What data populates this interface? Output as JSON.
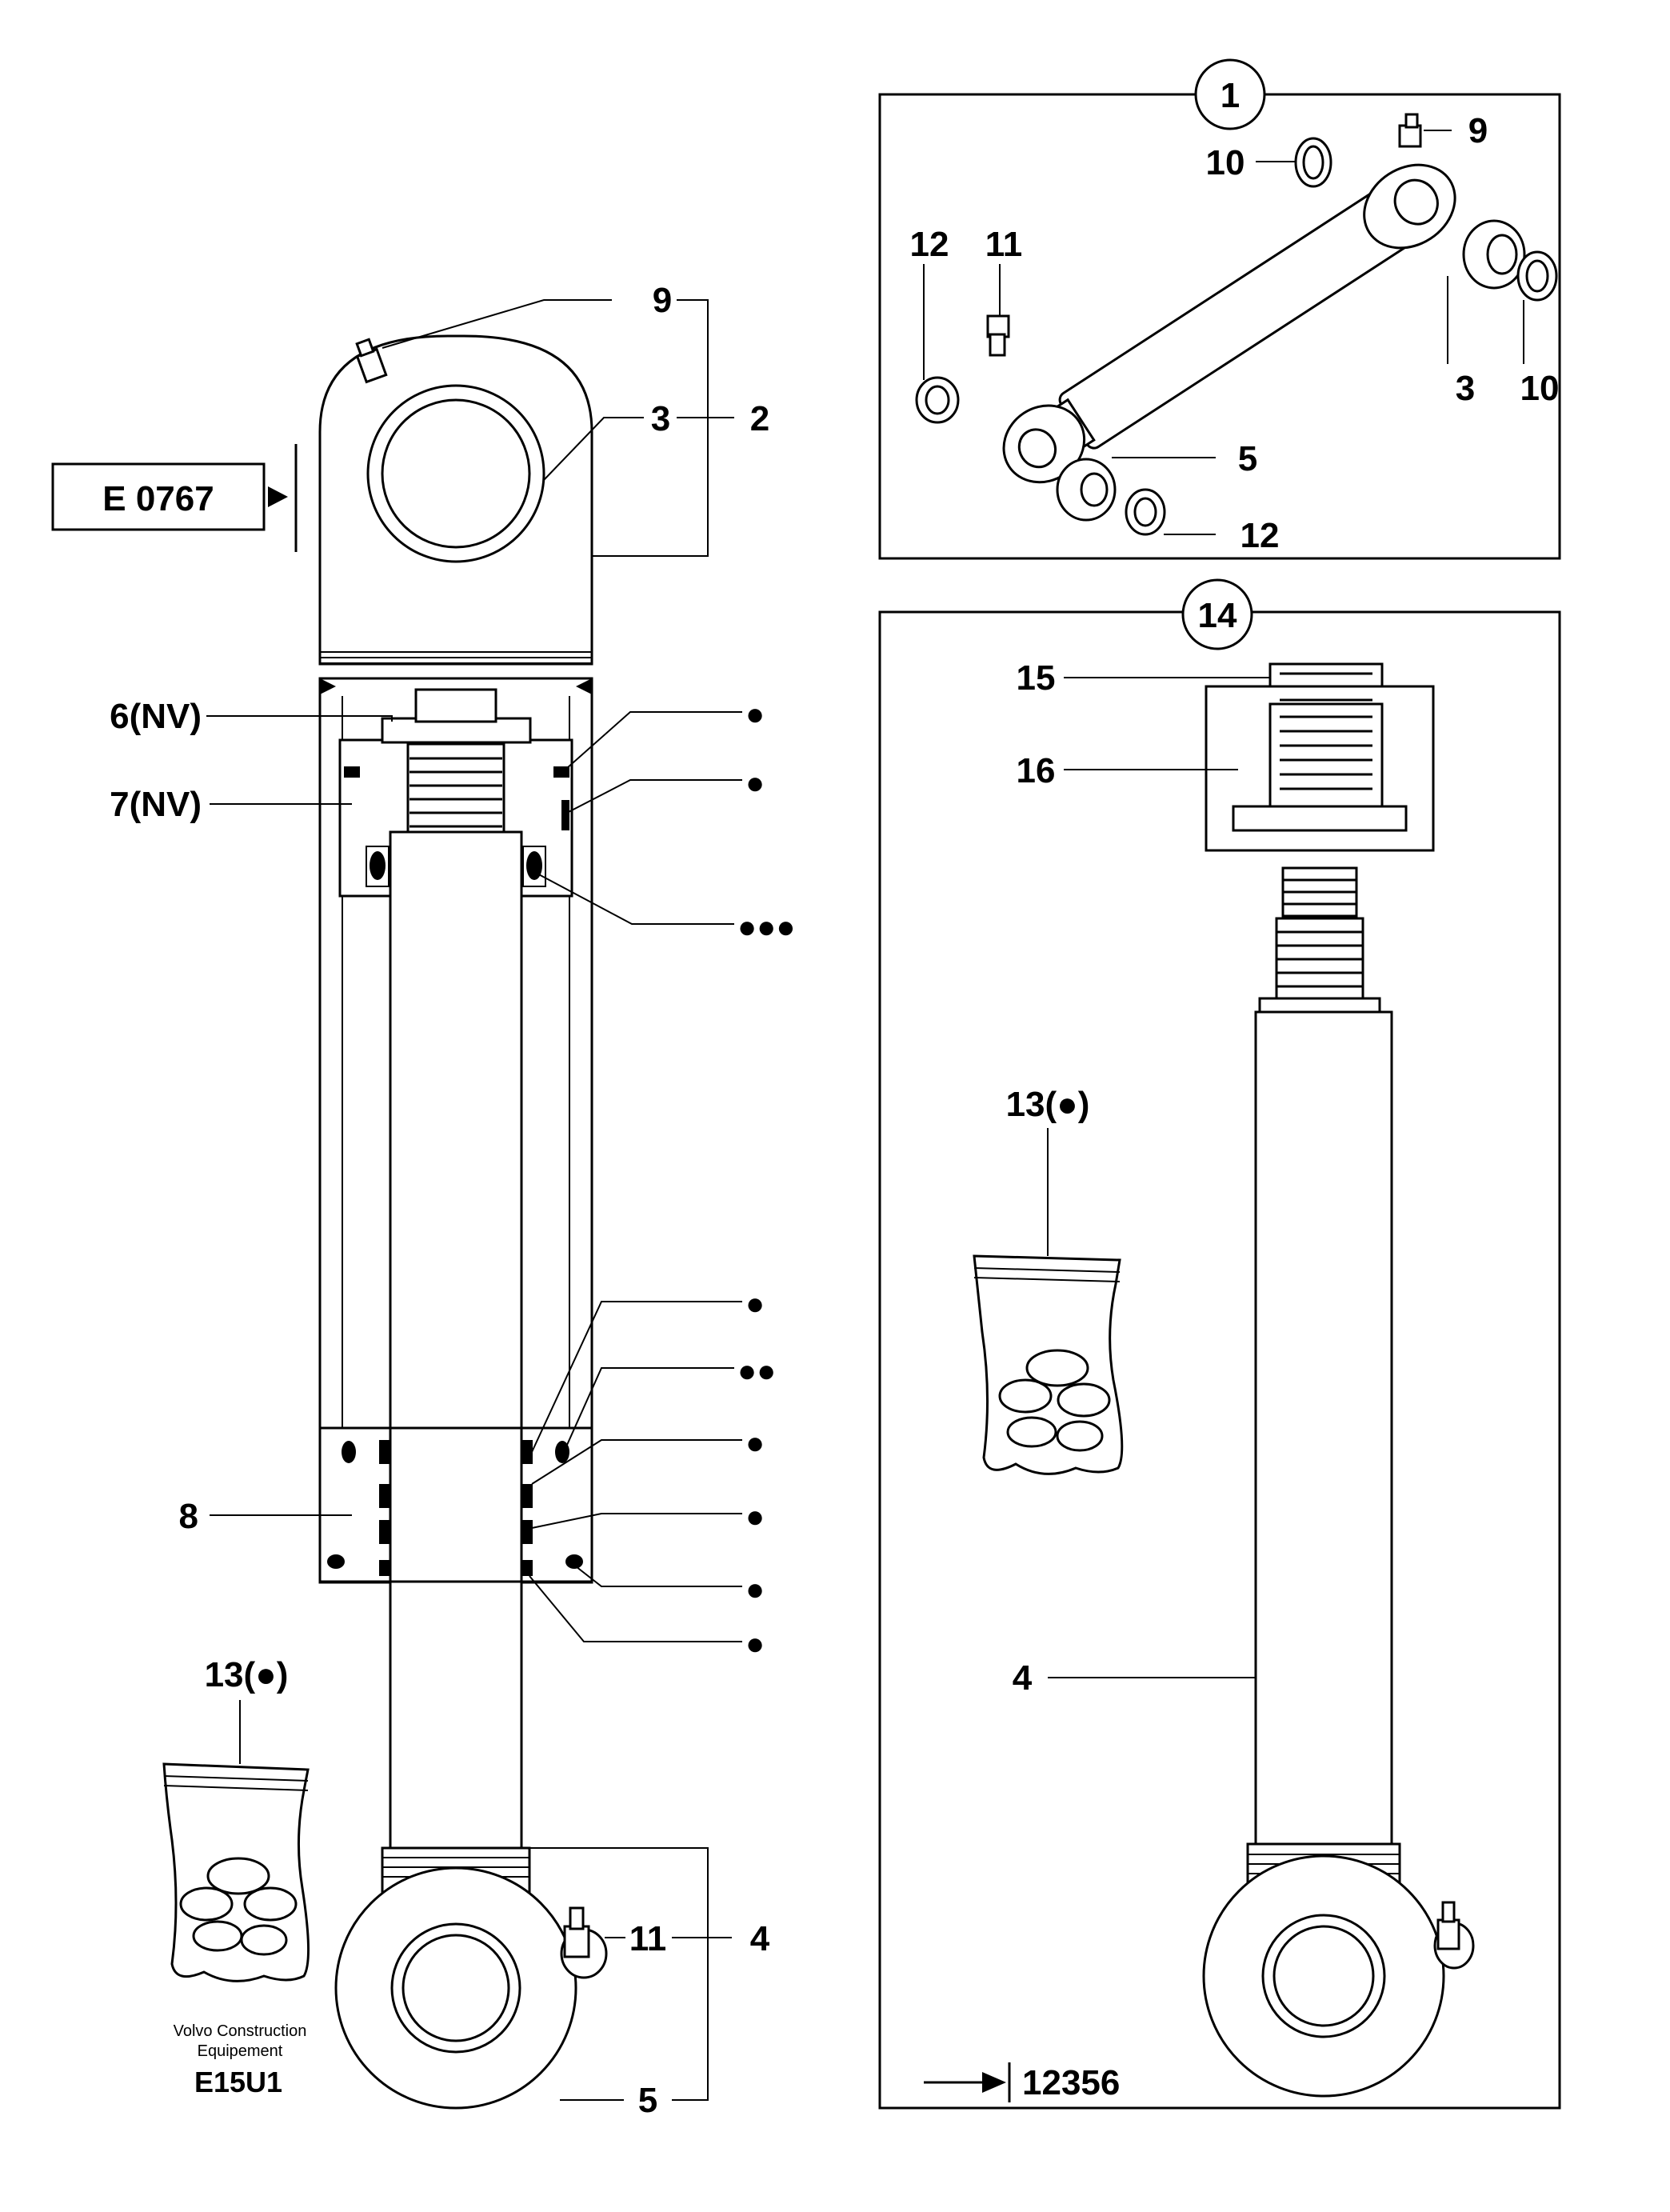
{
  "main_view": {
    "reference_box": "E 0767",
    "labels": {
      "top_9": "9",
      "top_3": "3",
      "top_2": "2",
      "l6": "6(NV)",
      "l7": "7(NV)",
      "l8": "8",
      "kit_13": "13(●)",
      "bot_11": "11",
      "bot_4": "4",
      "bot_5": "5"
    },
    "seal_markers": [
      "●",
      "●",
      "●●●",
      "●",
      "●●",
      "●",
      "●",
      "●",
      "●"
    ]
  },
  "footer": {
    "brand_line1": "Volvo Construction",
    "brand_line2": "Equipement",
    "code": "E15U1"
  },
  "panel1": {
    "badge": "1",
    "labels": {
      "p9": "9",
      "p10a": "10",
      "p12a": "12",
      "p11": "11",
      "p3": "3",
      "p10b": "10",
      "p5": "5",
      "p12b": "12"
    }
  },
  "panel14": {
    "badge": "14",
    "labels": {
      "p15": "15",
      "p16": "16",
      "kit_13": "13(●)",
      "p4": "4"
    },
    "ref_number": "12356"
  }
}
